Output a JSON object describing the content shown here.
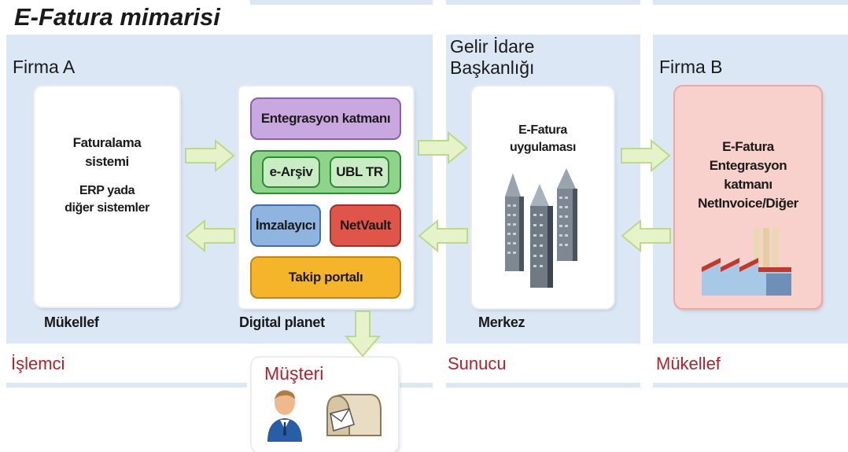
{
  "title": "E-Fatura mimarisi",
  "panels": {
    "firma_a": {
      "label": "Firma A",
      "footer": "Mükellef",
      "role": "İşlemci"
    },
    "middle": {
      "footer": "Digital planet"
    },
    "gib": {
      "label_line1": "Gelir İdare",
      "label_line2": "Başkanlığı",
      "footer": "Merkez",
      "role": "Sunucu"
    },
    "firma_b": {
      "label": "Firma B",
      "role": "Mükellef"
    }
  },
  "firma_a_card": {
    "line1": "Faturalama",
    "line2": "sistemi",
    "line3": "ERP yada",
    "line4": "diğer sistemler"
  },
  "modules": {
    "entegrasyon": "Entegrasyon katmanı",
    "earsiv": "e-Arşiv",
    "ubl": "UBL TR",
    "imzalayici": "İmzalayıcı",
    "netvault": "NetVault",
    "takip": "Takip portalı"
  },
  "gib_card": {
    "line1": "E-Fatura",
    "line2": "uygulaması"
  },
  "firma_b_card": {
    "line1": "E-Fatura",
    "line2": "Entegrasyon",
    "line3": "katmanı",
    "line4": "NetInvoice/Diğer"
  },
  "musteri": {
    "label": "Müşteri"
  },
  "icons": [
    "buildings-icon",
    "factory-icon",
    "person-icon",
    "mailbox-icon",
    "arrow-right-icon",
    "arrow-left-icon",
    "arrow-down-icon"
  ],
  "colors": {
    "panel_bg": "#dbe7f4",
    "role_red": "#b3222a",
    "arrow_fill": "#e6f3c8",
    "arrow_stroke": "#bcd98a",
    "purple": "#c9a8df",
    "green": "#8fd48b",
    "blue": "#8fb4df",
    "red": "#e0554a",
    "orange": "#f5b52a",
    "firma_b_bg": "#f8d0cc"
  }
}
